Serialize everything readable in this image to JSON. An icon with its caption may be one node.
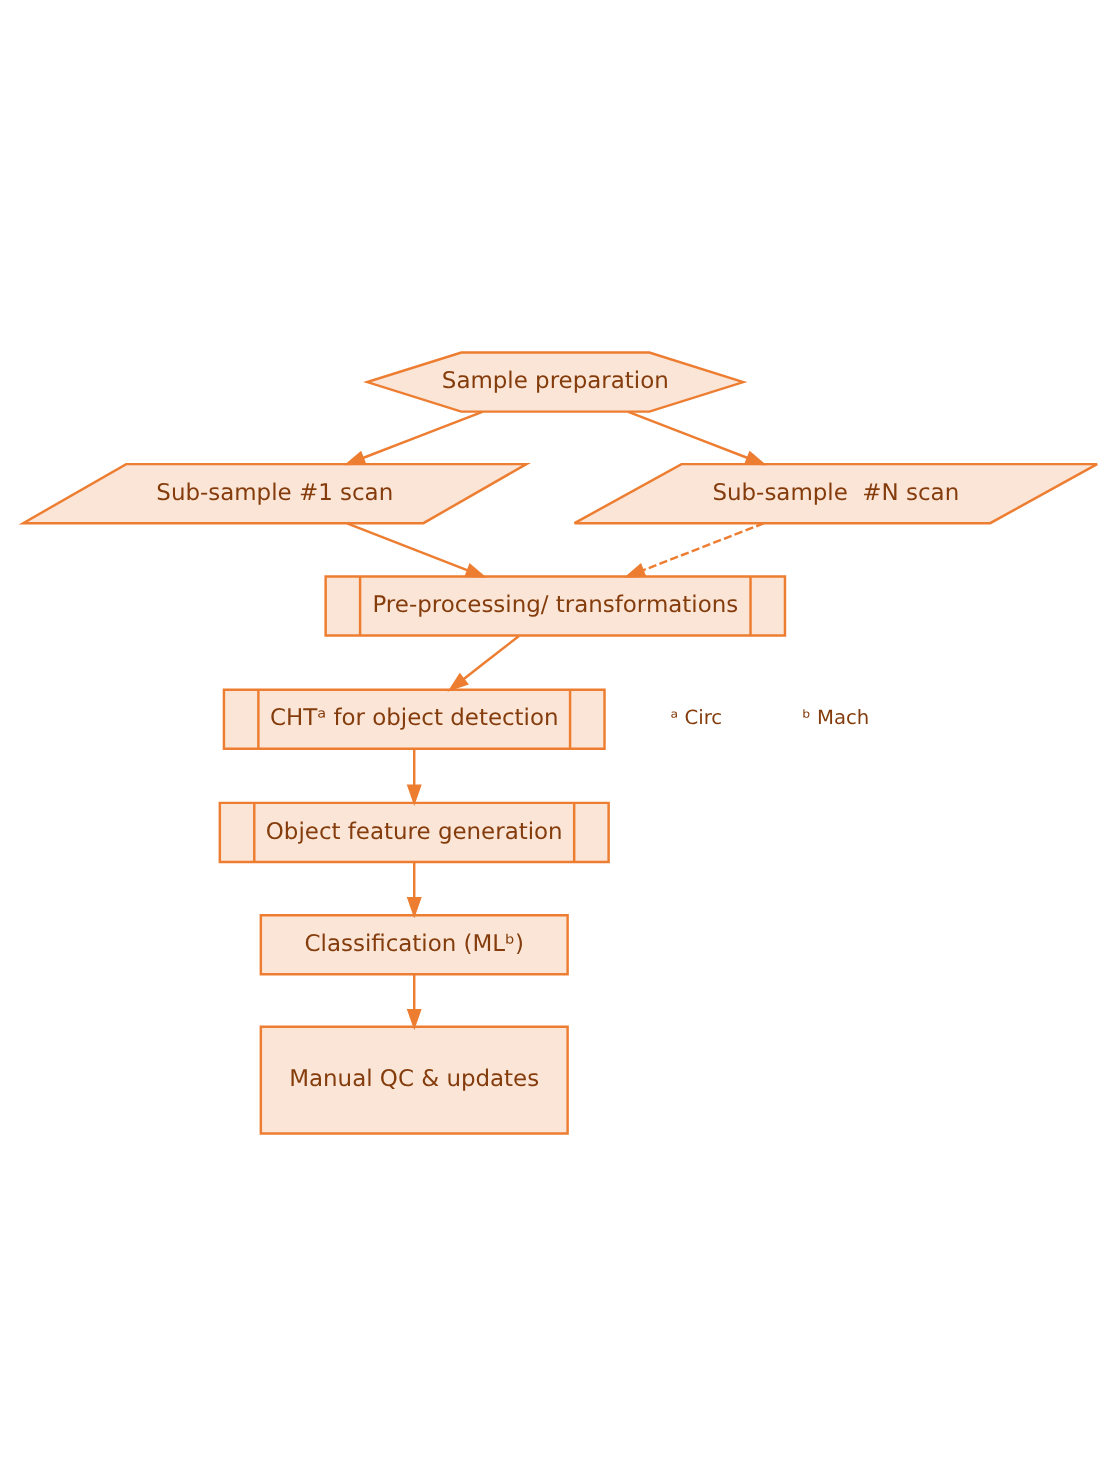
{
  "diagram": {
    "nodes": [
      {
        "text": [
          "Sample preparation"
        ]
      },
      {
        "text": [
          "Sub-sample #1 scan"
        ]
      },
      {
        "text": [
          "Sub-sample  #N scan"
        ]
      },
      {
        "text": [
          "Pre-processing/ transformations"
        ]
      },
      {
        "text": [
          "CHTᵃ for object detection"
        ]
      },
      {
        "text": [
          "Object feature generation"
        ]
      },
      {
        "text": [
          "Classification (MLᵇ)"
        ]
      },
      {
        "text": [
          "Manual QC & updates"
        ]
      }
    ],
    "edges": [
      {
        "from": 0,
        "to": 1,
        "arrow": "to"
      },
      {
        "from": 0,
        "to": 2,
        "arrow": "to"
      },
      {
        "from": 1,
        "to": 3,
        "arrow": "to"
      },
      {
        "from": 2,
        "to": 3,
        "arrow": "to",
        "style": "dashed"
      },
      {
        "from": 3,
        "to": 4,
        "arrow": "to"
      },
      {
        "from": 4,
        "to": 5,
        "arrow": "to"
      },
      {
        "from": 5,
        "to": 6,
        "arrow": "to"
      },
      {
        "from": 6,
        "to": 7,
        "arrow": "to"
      }
    ],
    "labels": [
      "ᵃ Circ",
      "ᵇ Mach"
    ]
  }
}
